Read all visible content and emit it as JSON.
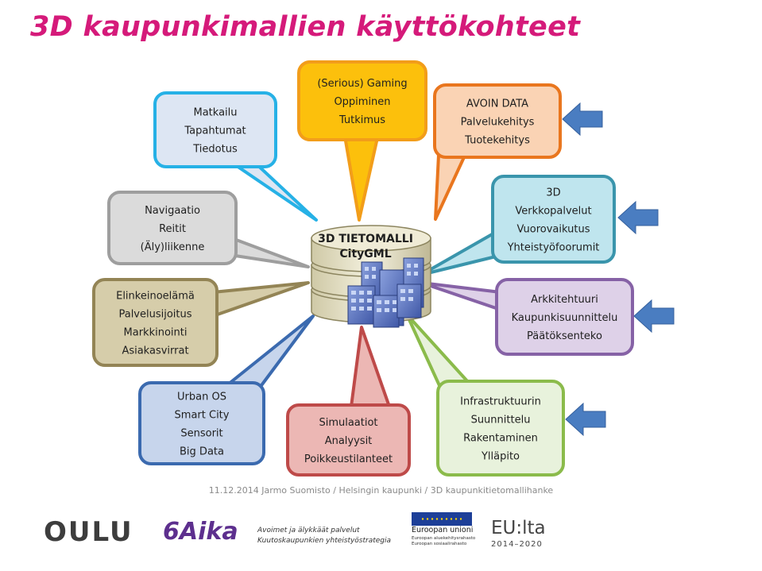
{
  "title": "3D kaupunkimallien käyttökohteet",
  "center": {
    "line1": "3D TIETOMALLI",
    "line2": "CityGML"
  },
  "bubbles": [
    {
      "id": "matkailu",
      "lines": [
        "Matkailu",
        "Tapahtumat",
        "Tiedotus"
      ],
      "fill": "#dde6f3",
      "stroke": "#26b1e6",
      "arrow": false
    },
    {
      "id": "gaming",
      "lines": [
        "(Serious) Gaming",
        "Oppiminen",
        "Tutkimus"
      ],
      "fill": "#fcc00c",
      "stroke": "#f29d1a",
      "arrow": false
    },
    {
      "id": "avoin-data",
      "lines": [
        "AVOIN DATA",
        "Palvelukehitys",
        "Tuotekehitys"
      ],
      "fill": "#fad3b4",
      "stroke": "#e9761e",
      "arrow": true
    },
    {
      "id": "verkkopalvelut",
      "lines": [
        "3D",
        "Verkkopalvelut",
        "Vuorovaikutus",
        "Yhteistyöfoorumit"
      ],
      "fill": "#bfe5ee",
      "stroke": "#3a95ac",
      "arrow": true
    },
    {
      "id": "arkkitehtuuri",
      "lines": [
        "Arkkitehtuuri",
        "Kaupunkisuunnittelu",
        "Päätöksenteko"
      ],
      "fill": "#ded1e8",
      "stroke": "#8662a6",
      "arrow": true
    },
    {
      "id": "infrastruktuuri",
      "lines": [
        "Infrastruktuurin",
        "Suunnittelu",
        "Rakentaminen",
        "Ylläpito"
      ],
      "fill": "#e8f2dc",
      "stroke": "#8bbb4b",
      "arrow": true
    },
    {
      "id": "simulaatiot",
      "lines": [
        "Simulaatiot",
        "Analyysit",
        "Poikkeustilanteet"
      ],
      "fill": "#ecb7b4",
      "stroke": "#be4a49",
      "arrow": false
    },
    {
      "id": "urban-os",
      "lines": [
        "Urban OS",
        "Smart City",
        "Sensorit",
        "Big Data"
      ],
      "fill": "#c7d5ec",
      "stroke": "#3b6aaf",
      "arrow": false
    },
    {
      "id": "elinkeinoelama",
      "lines": [
        "Elinkeinoelämä",
        "Palvelusijoitus",
        "Markkinointi",
        "Asiakasvirrat"
      ],
      "fill": "#d6cdaa",
      "stroke": "#938455",
      "arrow": false
    },
    {
      "id": "navigaatio",
      "lines": [
        "Navigaatio",
        "Reitit",
        "(Äly)liikenne"
      ],
      "fill": "#dbdbdb",
      "stroke": "#9e9e9e",
      "arrow": false
    }
  ],
  "arrow_color": "#4a7dc1",
  "footer": {
    "caption": "11.12.2014  Jarmo  Suomisto / Helsingin kaupunki / 3D kaupunkitietomallihanke",
    "oulu": "OULU",
    "six_aika": "6Aika",
    "tagline_1": "Avoimet ja älykkäät palvelut",
    "tagline_2": "Kuutoskaupunkien yhteistyöstrategia",
    "eu_name": "Euroopan unioni",
    "eu_fund_1": "Euroopan aluekehitysrahasto",
    "eu_fund_2": "Euroopan sosiaalirahasto",
    "eulta": "EU:lta",
    "eulta_years": "2014–2020"
  }
}
